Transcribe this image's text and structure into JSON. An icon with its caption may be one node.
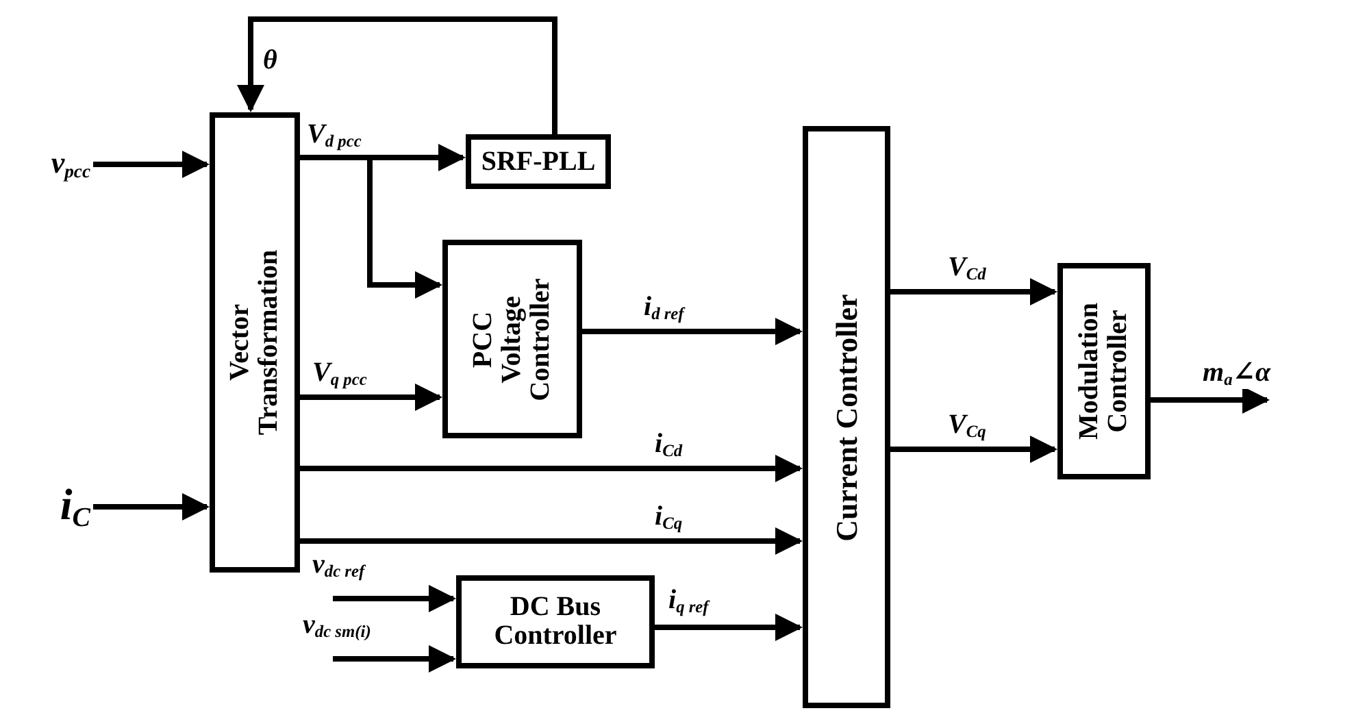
{
  "diagram": {
    "nodes": [
      {
        "text": [
          "Vector Transformation"
        ]
      },
      {
        "text": [
          "SRF-PLL"
        ]
      },
      {
        "text": [
          "PCC Voltage Controller"
        ]
      },
      {
        "text": [
          "Current Controller"
        ]
      },
      {
        "text": [
          "DC Bus Controller"
        ]
      },
      {
        "text": [
          "Modulation Controller"
        ]
      },
      {
        "text": [
          "v$_{pcc}$"
        ]
      },
      {
        "text": [
          "i$_{C}$"
        ]
      }
    ],
    "edges": [
      {
        "from": 6,
        "to": 0,
        "arrow": "to"
      },
      {
        "from": 7,
        "to": 0,
        "arrow": "to"
      },
      {
        "from": 0,
        "to": 1,
        "arrow": "to",
        "label": "V$_{d pcc}$"
      },
      {
        "from": 0,
        "to": 2,
        "arrow": "to"
      },
      {
        "from": 1,
        "to": 0,
        "arrow": "to",
        "label": "θ"
      },
      {
        "from": 0,
        "to": 2,
        "arrow": "to",
        "label": "V$_{q pcc}$"
      },
      {
        "from": 2,
        "to": 3,
        "arrow": "to",
        "label": "i$_{d ref}$"
      },
      {
        "from": 0,
        "to": 3,
        "arrow": "to",
        "label": "i$_{Cd}$"
      },
      {
        "from": 0,
        "to": 3,
        "arrow": "to",
        "label": "i$_{Cq}$"
      },
      {
        "from": null,
        "to": 4,
        "arrow": "to",
        "label": "v$_{dc ref}$"
      },
      {
        "from": null,
        "to": 4,
        "arrow": "to",
        "label": "v$_{dc sm(i)}$"
      },
      {
        "from": 4,
        "to": 3,
        "arrow": "to",
        "label": "i$_{q ref}$"
      },
      {
        "from": 3,
        "to": 5,
        "arrow": "to",
        "label": "V$_{Cd}$"
      },
      {
        "from": 3,
        "to": 5,
        "arrow": "to",
        "label": "V$_{Cq}$"
      },
      {
        "from": 5,
        "to": null,
        "arrow": "to",
        "label": "m$_{a}$∠α"
      }
    ]
  }
}
